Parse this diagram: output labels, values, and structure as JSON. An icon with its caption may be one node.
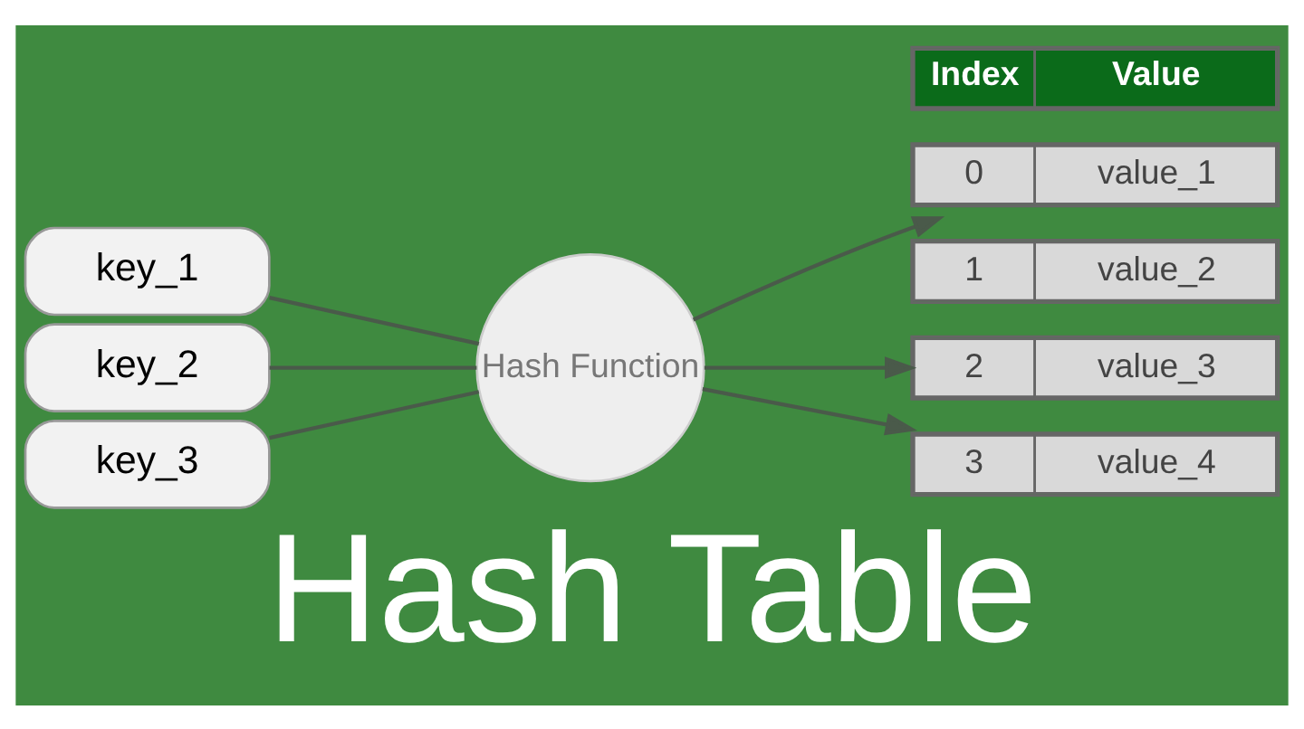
{
  "diagram": {
    "title": "Hash Table",
    "nodes": [
      {
        "text": [
          "key_1"
        ]
      },
      {
        "text": [
          "key_2"
        ]
      },
      {
        "text": [
          "key_3"
        ]
      },
      {
        "text": [
          "Hash Function"
        ]
      },
      {
        "text": [
          "Index",
          "Value"
        ]
      },
      {
        "text": [
          "0",
          "value_1"
        ]
      },
      {
        "text": [
          "1",
          "value_2"
        ]
      },
      {
        "text": [
          "2",
          "value_3"
        ]
      },
      {
        "text": [
          "3",
          "value_4"
        ]
      }
    ],
    "edges": [
      {
        "from": 0,
        "to": 3,
        "arrow": "none"
      },
      {
        "from": 1,
        "to": 3,
        "arrow": "none"
      },
      {
        "from": 2,
        "to": 3,
        "arrow": "none"
      },
      {
        "from": 3,
        "to": 5,
        "arrow": "to"
      },
      {
        "from": 3,
        "to": 7,
        "arrow": "to"
      },
      {
        "from": 3,
        "to": 8,
        "arrow": "to"
      }
    ]
  }
}
